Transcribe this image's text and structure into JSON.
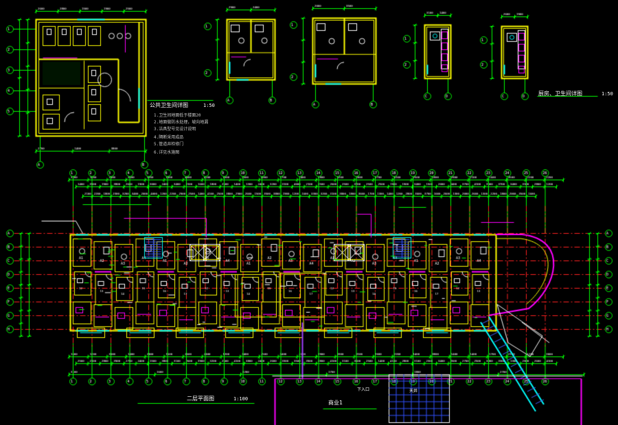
{
  "drawing": {
    "background": "#000000",
    "colors": {
      "wall": "#ffff00",
      "dimension": "#00ff00",
      "axis": "#ff2020",
      "fixture": "#ff00ff",
      "window": "#00ffff",
      "text": "#ffffff",
      "stair": "#3050ff"
    },
    "titles": {
      "toilet_detail": "公共卫生间详图",
      "toilet_detail_scale": "1:50",
      "kitchen_bath_detail": "厨房、卫生间详图",
      "kitchen_bath_detail_scale": "1:50",
      "second_floor_plan": "二层平面图",
      "second_floor_plan_scale": "1:100",
      "shop_label": "商业1",
      "shop_sub_label": "下入口",
      "courtyard_label": "天井"
    },
    "notes": [
      "1.卫生间地面低于楼面20",
      "2.地面做防水处理，坡向地漏",
      "3.洁具型号见设计说明",
      "4.隔断采用成品",
      "5.管道井检修门",
      "6.详见水施图"
    ],
    "axis_labels_top": [
      "1",
      "2",
      "3",
      "4",
      "5",
      "6",
      "7",
      "8",
      "9",
      "10",
      "11",
      "12",
      "13",
      "14",
      "15",
      "16",
      "17",
      "18",
      "19",
      "20",
      "21",
      "22",
      "23",
      "24",
      "25",
      "26"
    ],
    "axis_labels_left": [
      "A",
      "B",
      "C",
      "D",
      "E",
      "F",
      "G",
      "H"
    ]
  }
}
